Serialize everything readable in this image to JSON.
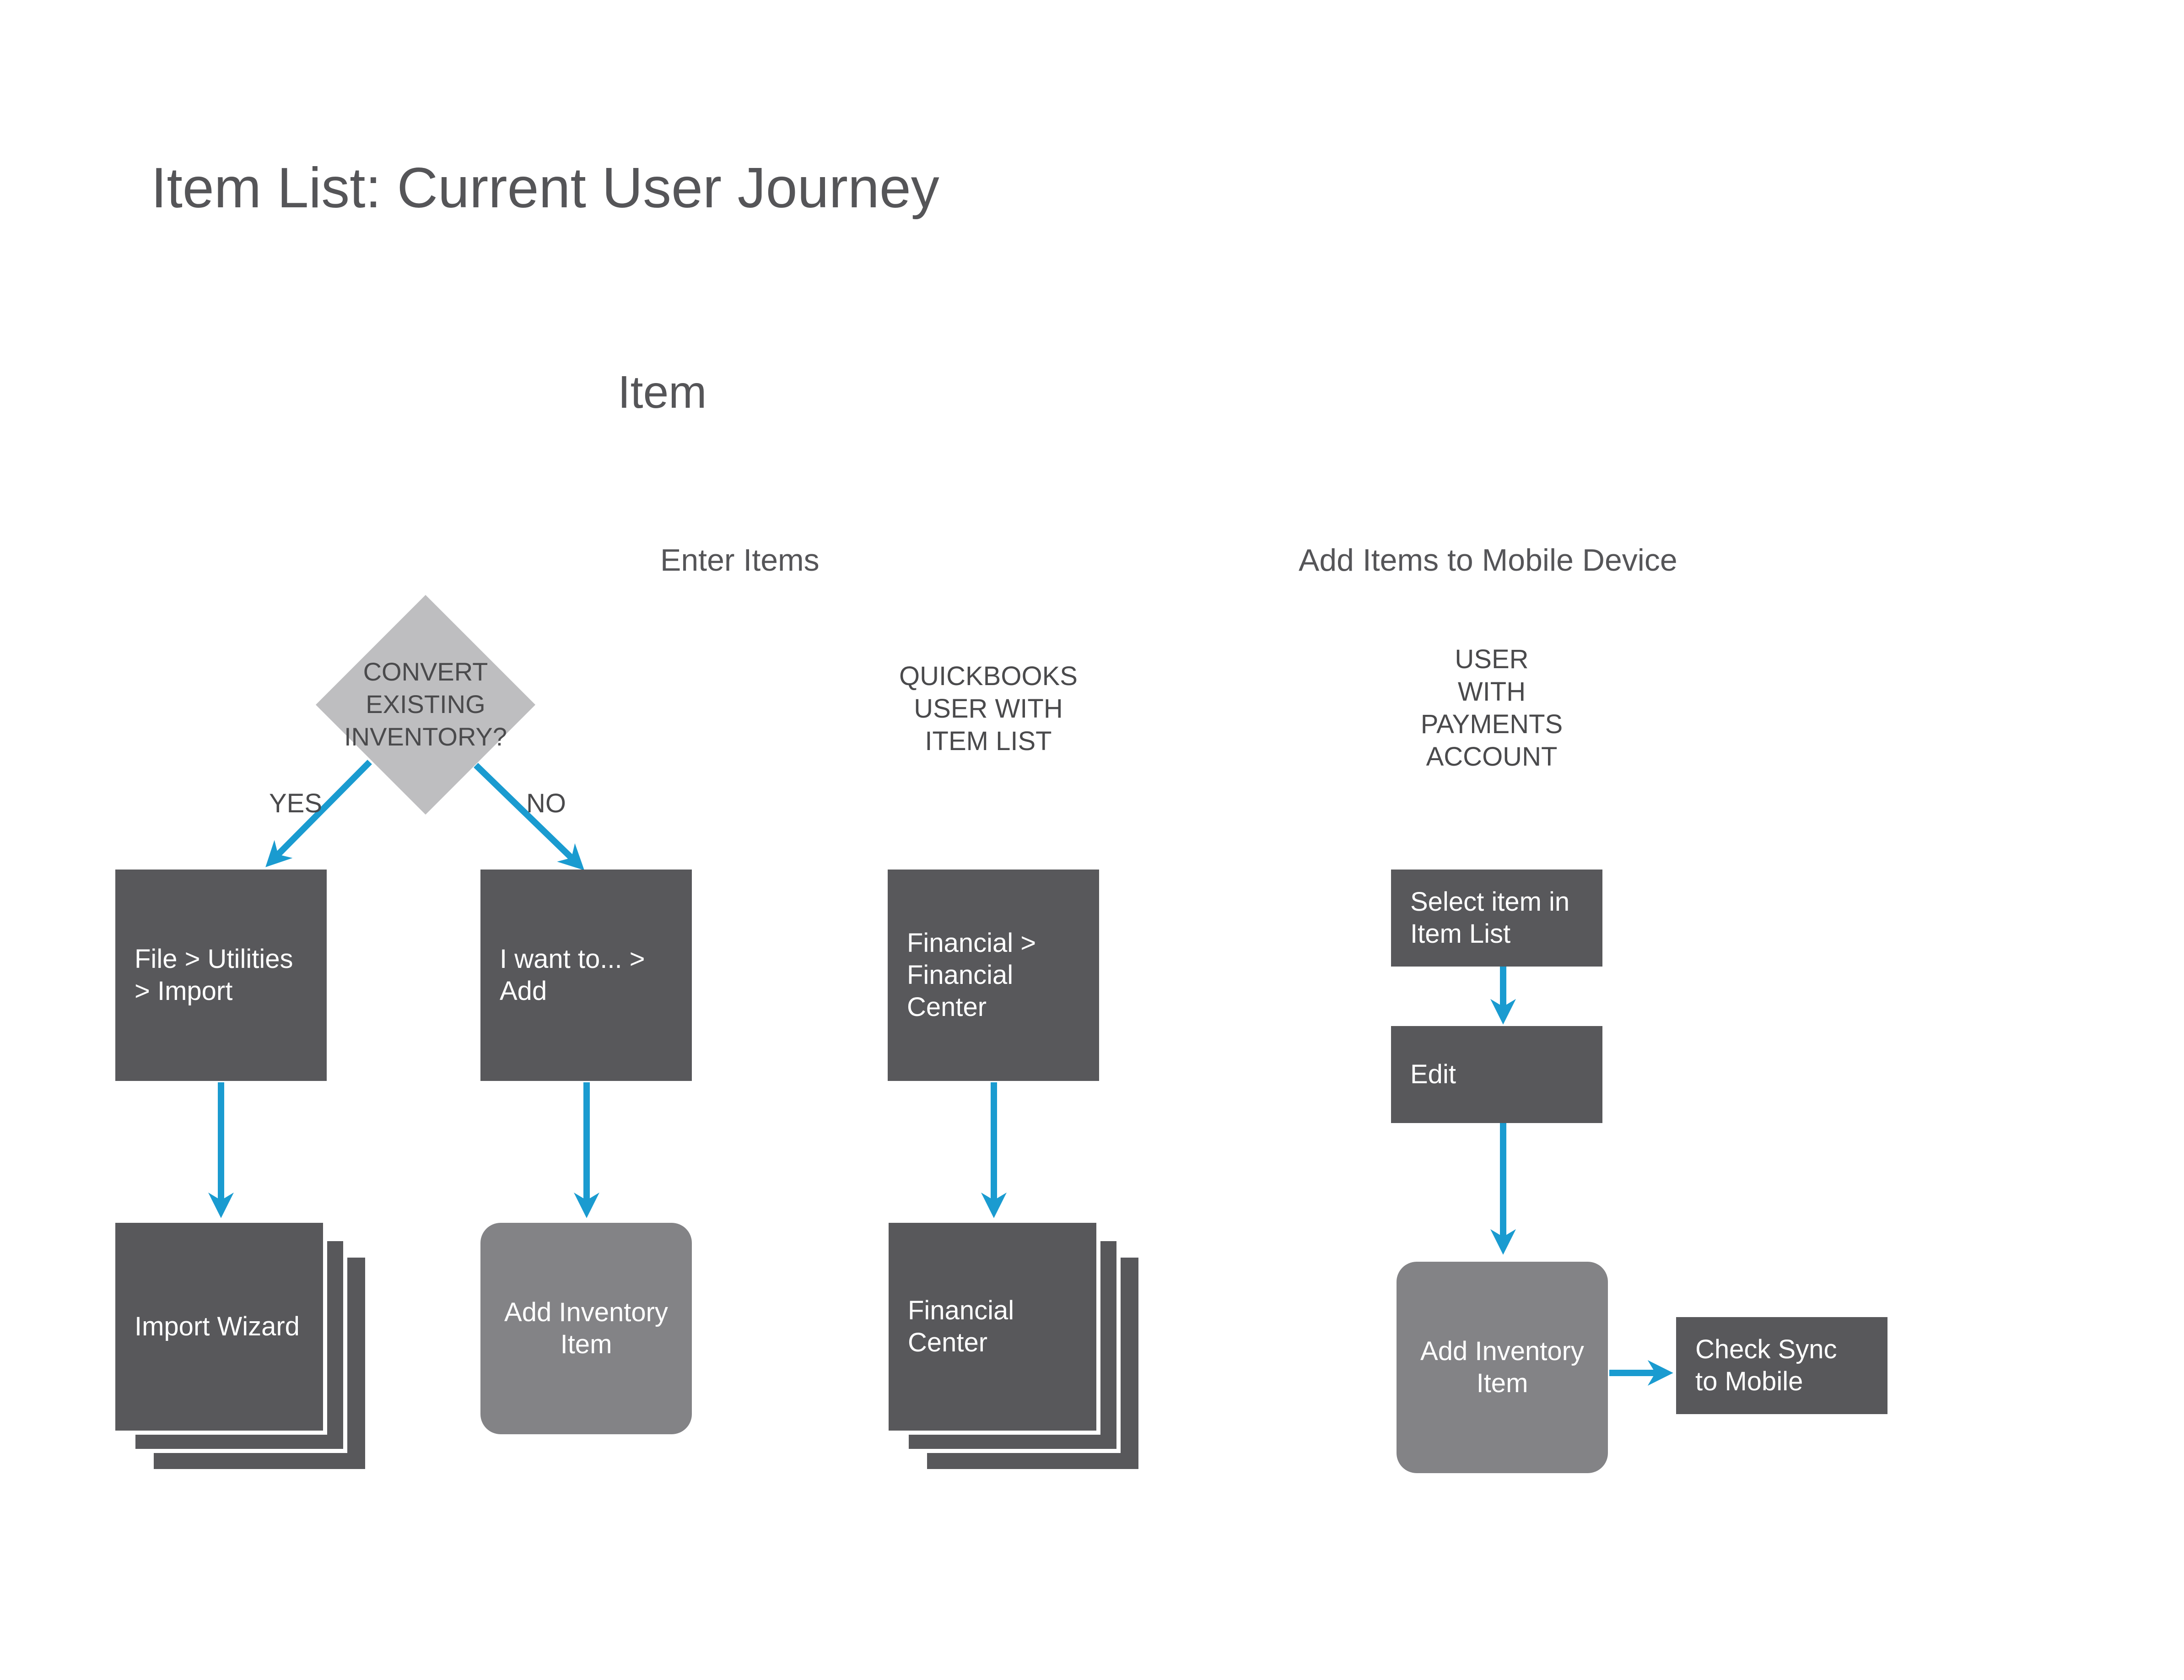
{
  "header": {
    "title": "Item List: Current User Journey",
    "subtitle": "Item"
  },
  "sections": {
    "enter_items": "Enter Items",
    "add_mobile": "Add Items to Mobile Device"
  },
  "personas": {
    "quickbooks_user": "QUICKBOOKS\nUSER WITH\nITEM LIST",
    "payments_user": "USER\nWITH\nPAYMENTS\nACCOUNT"
  },
  "decision": {
    "text": "CONVERT\nEXISTING\nINVENTORY?",
    "yes_label": "YES",
    "no_label": "NO"
  },
  "steps": {
    "file_utilities_import": "File > Utilities\n> Import",
    "import_wizard": "Import Wizard",
    "i_want_to_add": "I want to... >\nAdd",
    "add_inventory_item_1": "Add Inventory\nItem",
    "financial_center_menu": "Financial >\nFinancial\nCenter",
    "financial_center": "Financial\nCenter",
    "select_item": "Select item in\nItem List",
    "edit": "Edit",
    "add_inventory_item_2": "Add Inventory\nItem",
    "check_sync": "Check Sync\nto Mobile"
  },
  "colors": {
    "box_dark": "#58585b",
    "box_rounded": "#838386",
    "diamond": "#bebec0",
    "arrow": "#1a9bd0",
    "text": "#4a4a4c"
  }
}
